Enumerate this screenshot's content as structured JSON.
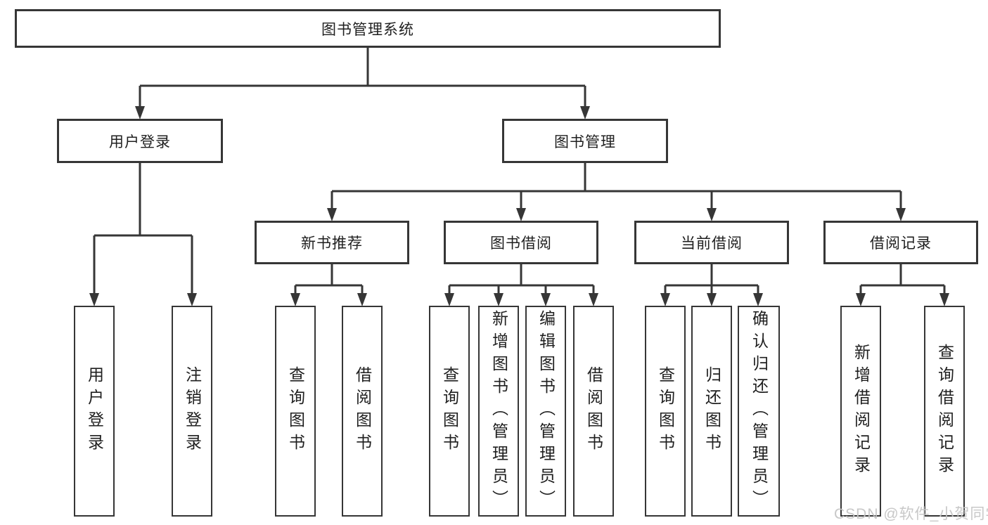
{
  "diagram": {
    "root": {
      "label": "图书管理系统"
    },
    "branches": [
      {
        "label": "用户登录",
        "children": [
          {
            "label": "用户登录"
          },
          {
            "label": "注销登录"
          }
        ]
      },
      {
        "label": "图书管理",
        "children": [
          {
            "label": "新书推荐",
            "children": [
              {
                "label": "查询图书"
              },
              {
                "label": "借阅图书"
              }
            ]
          },
          {
            "label": "图书借阅",
            "children": [
              {
                "label": "查询图书"
              },
              {
                "label": "新增图书（管理员）"
              },
              {
                "label": "编辑图书（管理员）"
              },
              {
                "label": "借阅图书"
              }
            ]
          },
          {
            "label": "当前借阅",
            "children": [
              {
                "label": "查询图书"
              },
              {
                "label": "归还图书"
              },
              {
                "label": "确认归还（管理员）"
              }
            ]
          },
          {
            "label": "借阅记录",
            "children": [
              {
                "label": "新增借阅记录"
              },
              {
                "label": "查询借阅记录"
              }
            ]
          }
        ]
      }
    ]
  },
  "watermark": "CSDN @软件_小贺同学",
  "colors": {
    "line": "#363636",
    "text": "#1f1f1f",
    "watermark": "#c5c5c5",
    "background": "#ffffff"
  }
}
